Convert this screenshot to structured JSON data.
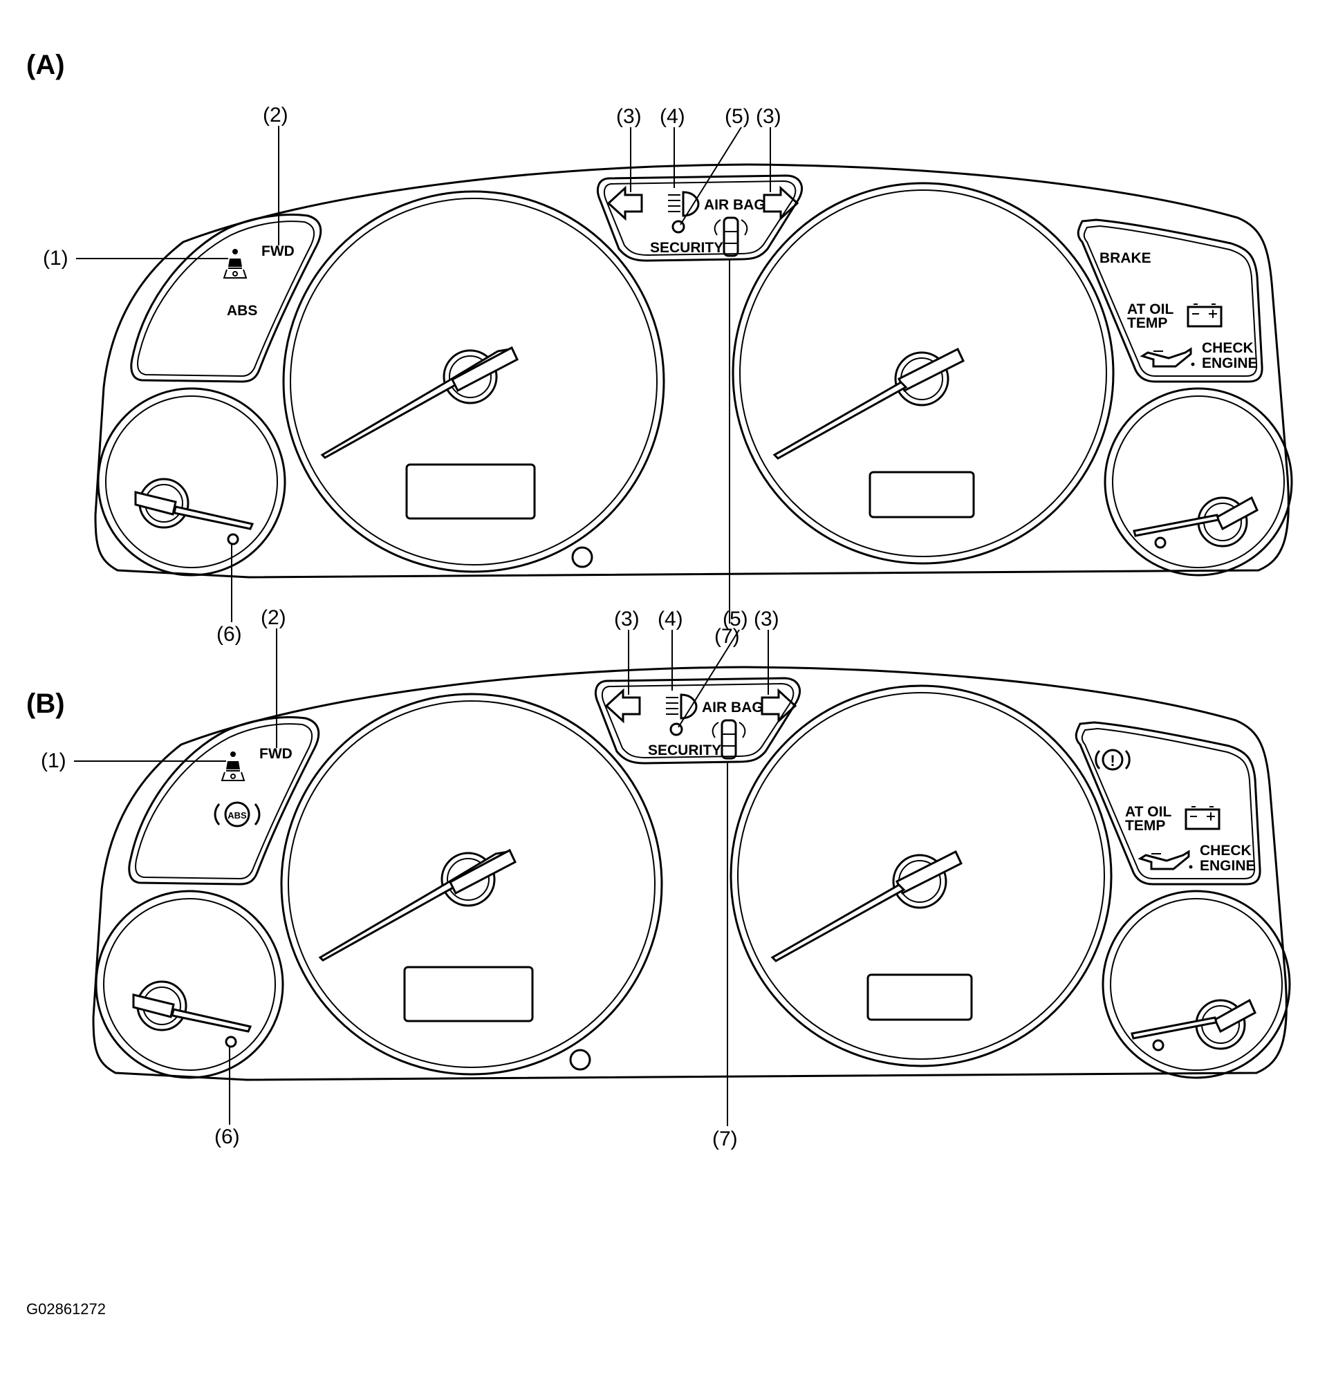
{
  "figure_id": "G02861272",
  "panels": [
    {
      "label": "(A)",
      "left_indicators": {
        "fwd": "FWD",
        "abs": "ABS",
        "abs_style": "text"
      },
      "top_indicators": {
        "airbag": "AIR BAG",
        "security": "SECURITY"
      },
      "right_indicators": {
        "brake": "BRAKE",
        "brake_style": "text",
        "at_oil_line1": "AT OIL",
        "at_oil_line2": "TEMP",
        "check_line1": "CHECK",
        "check_line2": "ENGINE"
      },
      "callouts": {
        "c1": "(1)",
        "c2": "(2)",
        "c3a": "(3)",
        "c4": "(4)",
        "c5": "(5)",
        "c3b": "(3)",
        "c6": "(6)",
        "c7": "(7)"
      }
    },
    {
      "label": "(B)",
      "left_indicators": {
        "fwd": "FWD",
        "abs": "ABS",
        "abs_style": "symbol"
      },
      "top_indicators": {
        "airbag": "AIR BAG",
        "security": "SECURITY"
      },
      "right_indicators": {
        "brake": "!",
        "brake_style": "symbol",
        "at_oil_line1": "AT OIL",
        "at_oil_line2": "TEMP",
        "check_line1": "CHECK",
        "check_line2": "ENGINE"
      },
      "callouts": {
        "c1": "(1)",
        "c2": "(2)",
        "c3a": "(3)",
        "c4": "(4)",
        "c5": "(5)",
        "c3b": "(3)",
        "c6": "(6)",
        "c7": "(7)"
      }
    }
  ]
}
